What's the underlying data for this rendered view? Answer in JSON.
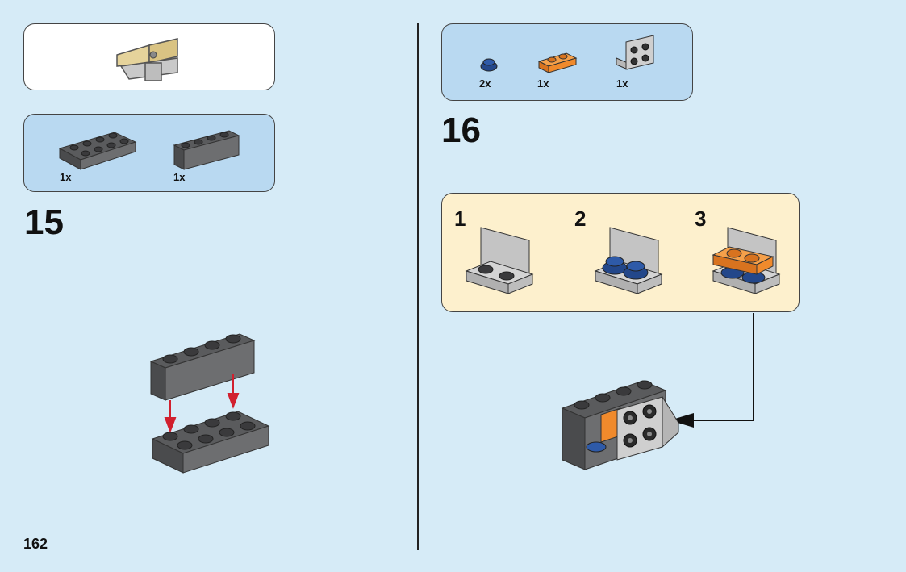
{
  "page_number": "162",
  "left": {
    "step15": {
      "number": "15",
      "parts": [
        {
          "qty": "1x",
          "part": "brick-2x4-dark-gray"
        },
        {
          "qty": "1x",
          "part": "brick-1x4-dark-gray"
        }
      ]
    },
    "subassembly_part": "tan-panel-assembly"
  },
  "right": {
    "step16": {
      "number": "16",
      "parts": [
        {
          "qty": "2x",
          "part": "round-plate-1x1-blue"
        },
        {
          "qty": "1x",
          "part": "plate-1x2-orange"
        },
        {
          "qty": "1x",
          "part": "bracket-2x2-light-gray"
        }
      ],
      "substeps": [
        "1",
        "2",
        "3"
      ]
    }
  },
  "colors": {
    "background": "#d6ebf7",
    "parts_panel": "#b9d9f1",
    "substep_panel": "#fdf0cd",
    "dark_gray": "#6d6e70",
    "blue": "#2e5aa8",
    "orange": "#f08a2c",
    "tan": "#e5d39b",
    "arrow_red": "#d1202f"
  }
}
